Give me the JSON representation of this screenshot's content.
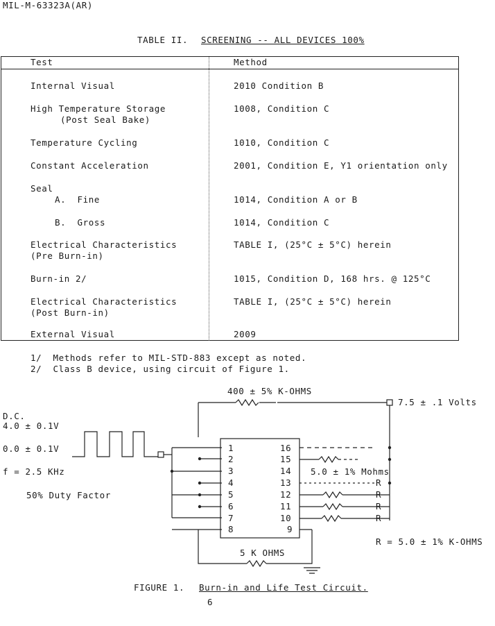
{
  "doc_id": "MIL-M-63323A(AR)",
  "table": {
    "title_prefix": "TABLE II.",
    "title_main": "SCREENING -- ALL DEVICES 100%",
    "headers": {
      "test": "Test",
      "method": "Method"
    },
    "rows": [
      {
        "test": "Internal Visual",
        "method": "2010 Condition B"
      },
      {
        "test": "High Temperature Storage",
        "test2": "(Post Seal Bake)",
        "method": "1008, Condition C"
      },
      {
        "test": "Temperature Cycling",
        "method": "1010, Condition C"
      },
      {
        "test": "Constant Acceleration",
        "method": "2001, Condition E, Y1 orientation only"
      },
      {
        "test": "Seal"
      },
      {
        "test": "A.  Fine",
        "method": "1014, Condition A or B"
      },
      {
        "test": "B.  Gross",
        "method": "1014, Condition C"
      },
      {
        "test": "Electrical Characteristics",
        "test2": "(Pre Burn-in)",
        "method": "TABLE I, (25°C ± 5°C) herein"
      },
      {
        "test": "Burn-in 2/",
        "method": "1015, Condition D, 168 hrs. @ 125°C"
      },
      {
        "test": "Electrical Characteristics",
        "test2": "(Post Burn-in)",
        "method": "TABLE I, (25°C ± 5°C) herein"
      },
      {
        "test": "External Visual",
        "method": "2009"
      }
    ]
  },
  "notes": [
    "1/  Methods refer to MIL-STD-883 except as noted.",
    "2/  Class B device, using circuit of Figure 1."
  ],
  "circuit": {
    "top_resistor": "400 ± 5% K-OHMS",
    "supply": "7.5 ± .1 Volts",
    "dc": "D.C.",
    "v_high": "4.0 ± 0.1V",
    "v_low": "0.0 ± 0.1V",
    "freq": "f = 2.5 KHz",
    "duty": "50% Duty Factor",
    "pins_left": [
      "1",
      "2",
      "3",
      "4",
      "5",
      "6",
      "7",
      "8"
    ],
    "pins_right": [
      "16",
      "15",
      "14",
      "13",
      "12",
      "11",
      "10",
      "9"
    ],
    "mohm": "5.0 ± 1% Mohms",
    "r_label": "R",
    "r_value": "R = 5.0 ± 1% K-OHMS",
    "bottom_resistor": "5 K OHMS"
  },
  "figure_caption": {
    "prefix": "FIGURE 1.",
    "title": "Burn-in and Life Test Circuit."
  },
  "page_number": "6"
}
